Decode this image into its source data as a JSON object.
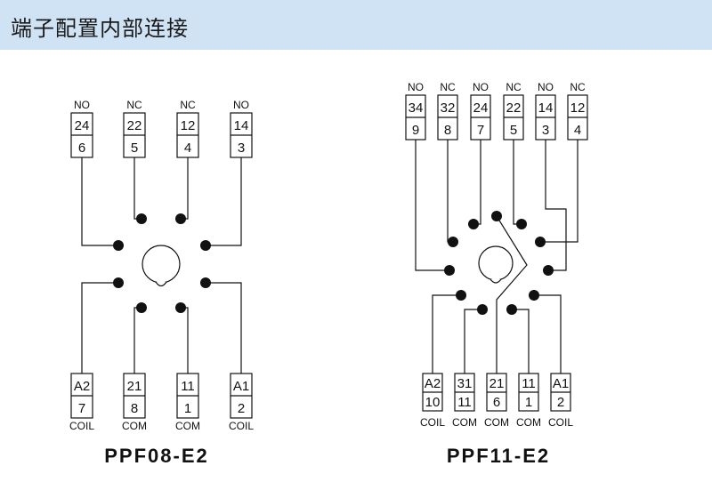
{
  "header": {
    "title": "端子配置内部连接"
  },
  "diagrams": [
    {
      "model": "PPF08-E2",
      "top_terminals": [
        {
          "label": "NO",
          "top": "24",
          "bottom": "6"
        },
        {
          "label": "NC",
          "top": "22",
          "bottom": "5"
        },
        {
          "label": "NC",
          "top": "12",
          "bottom": "4"
        },
        {
          "label": "NO",
          "top": "14",
          "bottom": "3"
        }
      ],
      "bottom_terminals": [
        {
          "label": "COIL",
          "top": "A2",
          "bottom": "7"
        },
        {
          "label": "COM",
          "top": "21",
          "bottom": "8"
        },
        {
          "label": "COM",
          "top": "11",
          "bottom": "1"
        },
        {
          "label": "COIL",
          "top": "A1",
          "bottom": "2"
        }
      ]
    },
    {
      "model": "PPF11-E2",
      "top_terminals": [
        {
          "label": "NO",
          "top": "34",
          "bottom": "9"
        },
        {
          "label": "NC",
          "top": "32",
          "bottom": "8"
        },
        {
          "label": "NO",
          "top": "24",
          "bottom": "7"
        },
        {
          "label": "NC",
          "top": "22",
          "bottom": "5"
        },
        {
          "label": "NO",
          "top": "14",
          "bottom": "3"
        },
        {
          "label": "NC",
          "top": "12",
          "bottom": "4"
        }
      ],
      "bottom_terminals": [
        {
          "label": "COIL",
          "top": "A2",
          "bottom": "10"
        },
        {
          "label": "COM",
          "top": "31",
          "bottom": "11"
        },
        {
          "label": "COM",
          "top": "21",
          "bottom": "6"
        },
        {
          "label": "COM",
          "top": "11",
          "bottom": "1"
        },
        {
          "label": "COIL",
          "top": "A1",
          "bottom": "2"
        }
      ]
    }
  ]
}
